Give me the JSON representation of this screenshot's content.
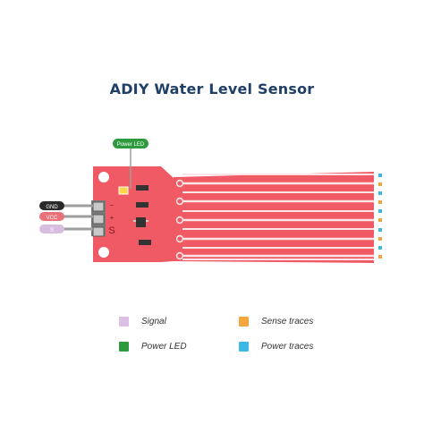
{
  "title": "ADIY Water Level Sensor",
  "callouts": {
    "power_led": "Power LED",
    "gnd": "GND",
    "vcc": "VCC",
    "signal": "S"
  },
  "board_marks": {
    "minus": "−",
    "plus": "+",
    "s": "S"
  },
  "legend": [
    {
      "label": "Signal",
      "color": "#dcc0e4"
    },
    {
      "label": "Sense traces",
      "color": "#f4a53b"
    },
    {
      "label": "Power LED",
      "color": "#2e9a3e"
    },
    {
      "label": "Power traces",
      "color": "#3cb8e6"
    }
  ],
  "colors": {
    "board": "#f05a64",
    "board_edge": "#e04a55",
    "trace": "#fbe4e6",
    "title": "#1f3f66",
    "gnd_tag": "#2a2a2a",
    "vcc_tag": "#e9727a",
    "signal_tag": "#d7bde0",
    "led_tag": "#2e9a3e",
    "sense": "#f4a53b",
    "power": "#3cb8e6"
  }
}
